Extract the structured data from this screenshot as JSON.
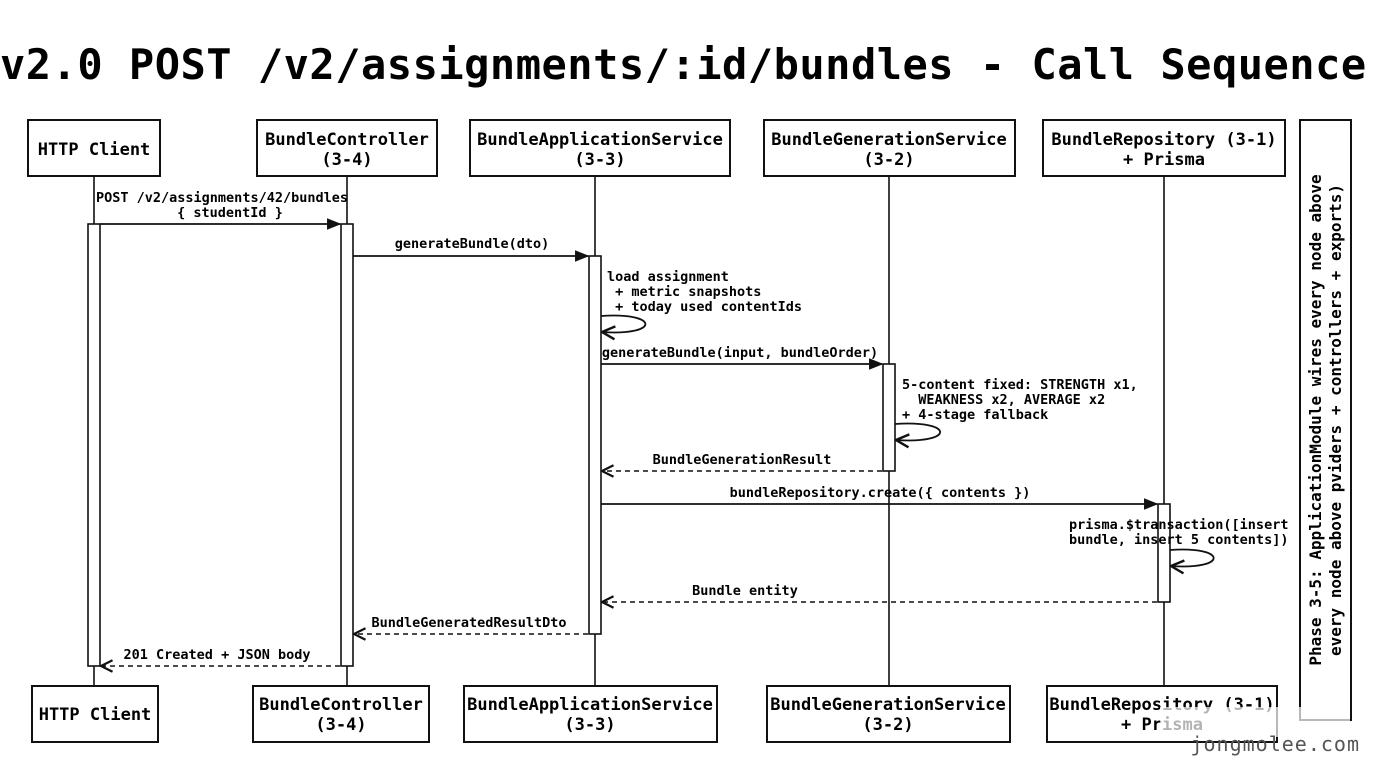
{
  "title": "v2.0 POST /v2/assignments/:id/bundles - Call Sequence",
  "participants": [
    {
      "id": "client",
      "lines": [
        "HTTP Client"
      ]
    },
    {
      "id": "controller",
      "lines": [
        "BundleController",
        "(3-4)"
      ]
    },
    {
      "id": "appservice",
      "lines": [
        "BundleApplicationService",
        "(3-3)"
      ]
    },
    {
      "id": "genservice",
      "lines": [
        "BundleGenerationService",
        "(3-2)"
      ]
    },
    {
      "id": "repository",
      "lines": [
        "BundleRepository (3-1)",
        "+ Prisma"
      ]
    }
  ],
  "messages": {
    "post_request": [
      "POST /v2/assignments/42/bundles",
      "{ studentId }"
    ],
    "generate_bundle_dto": "generateBundle(dto)",
    "load_note": [
      "load assignment",
      " + metric snapshots",
      " + today used contentIds"
    ],
    "generate_bundle_input": "generateBundle(input, bundleOrder)",
    "content_note": [
      "5-content fixed: STRENGTH x1,",
      "  WEAKNESS x2, AVERAGE x2",
      "+ 4-stage fallback"
    ],
    "generation_result": "BundleGenerationResult",
    "repo_create": "bundleRepository.create({ contents })",
    "transaction_note": [
      "prisma.$transaction([insert",
      "bundle, insert 5 contents])"
    ],
    "bundle_entity": "Bundle entity",
    "result_dto": "BundleGeneratedResultDto",
    "created_response": "201 Created + JSON body"
  },
  "side_note": [
    "Phase 3-5: ApplicationModule wires every node above",
    "every node above pviders + controllers + exports)"
  ],
  "watermark": "jongmolee.com"
}
